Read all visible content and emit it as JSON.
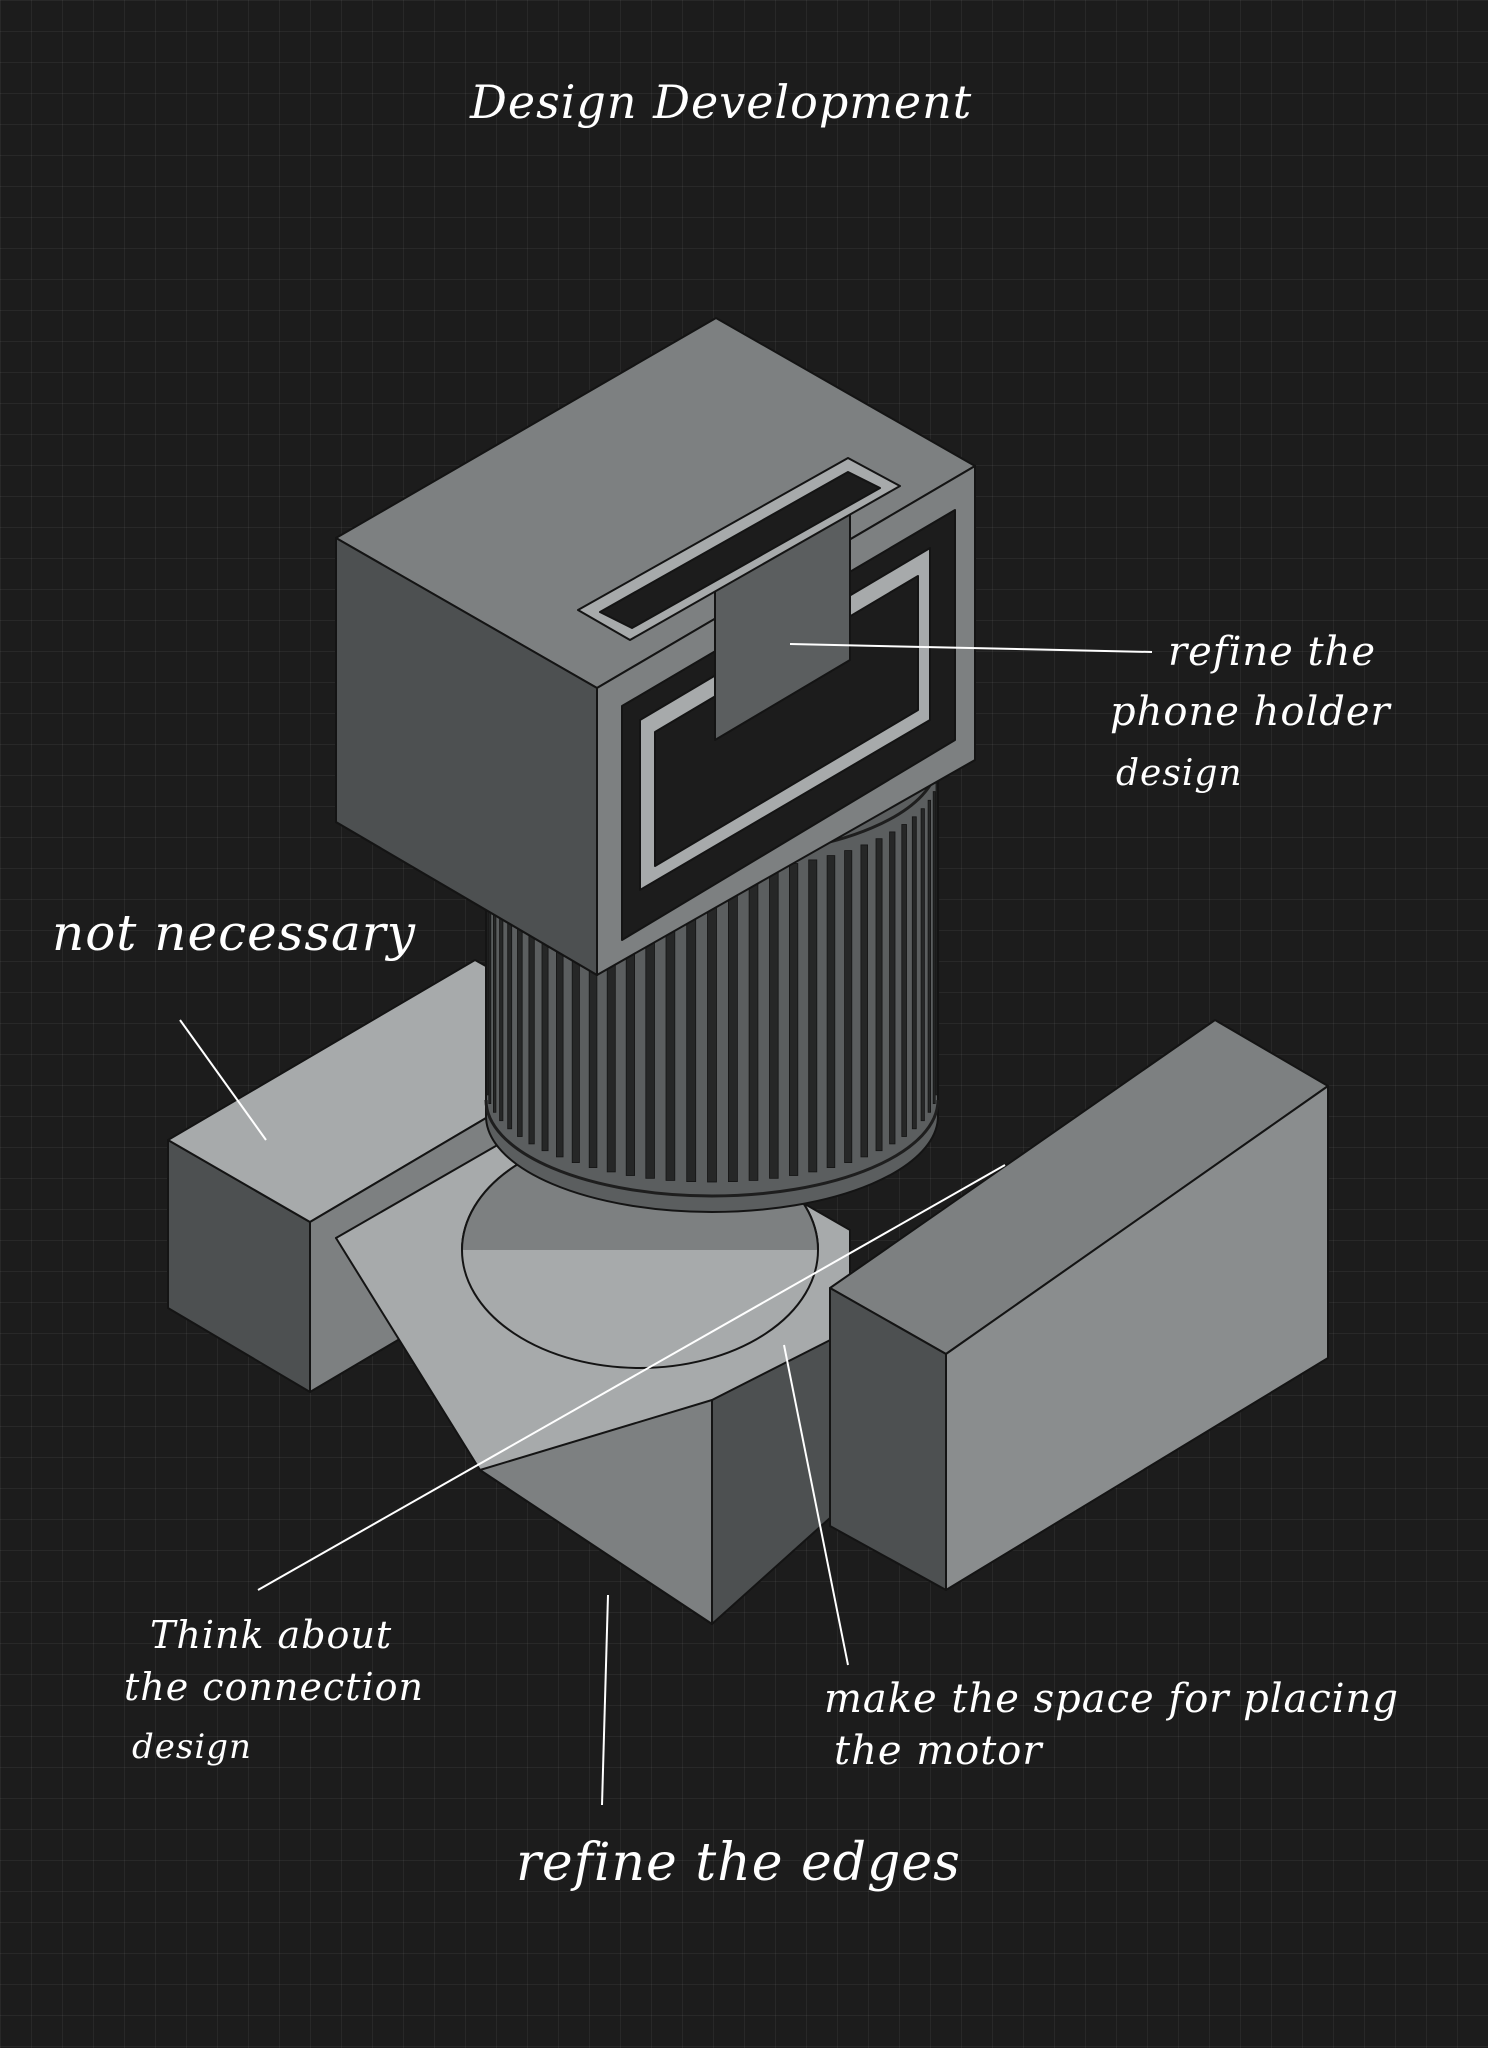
{
  "title": "Design Development",
  "annotations": {
    "phone_holder": [
      "refine the",
      "phone holder",
      "design"
    ],
    "not_necessary": "not necessary",
    "connection": [
      "Think about",
      "the connection",
      "design"
    ],
    "motor": [
      "make the space for placing",
      "the motor"
    ],
    "edges": "refine the edges"
  },
  "colors": {
    "background": "#1c1c1c",
    "light_face": "#a7aaab",
    "mid_face": "#7d8081",
    "dark_face": "#4d5051",
    "annotation": "#ffffff"
  }
}
